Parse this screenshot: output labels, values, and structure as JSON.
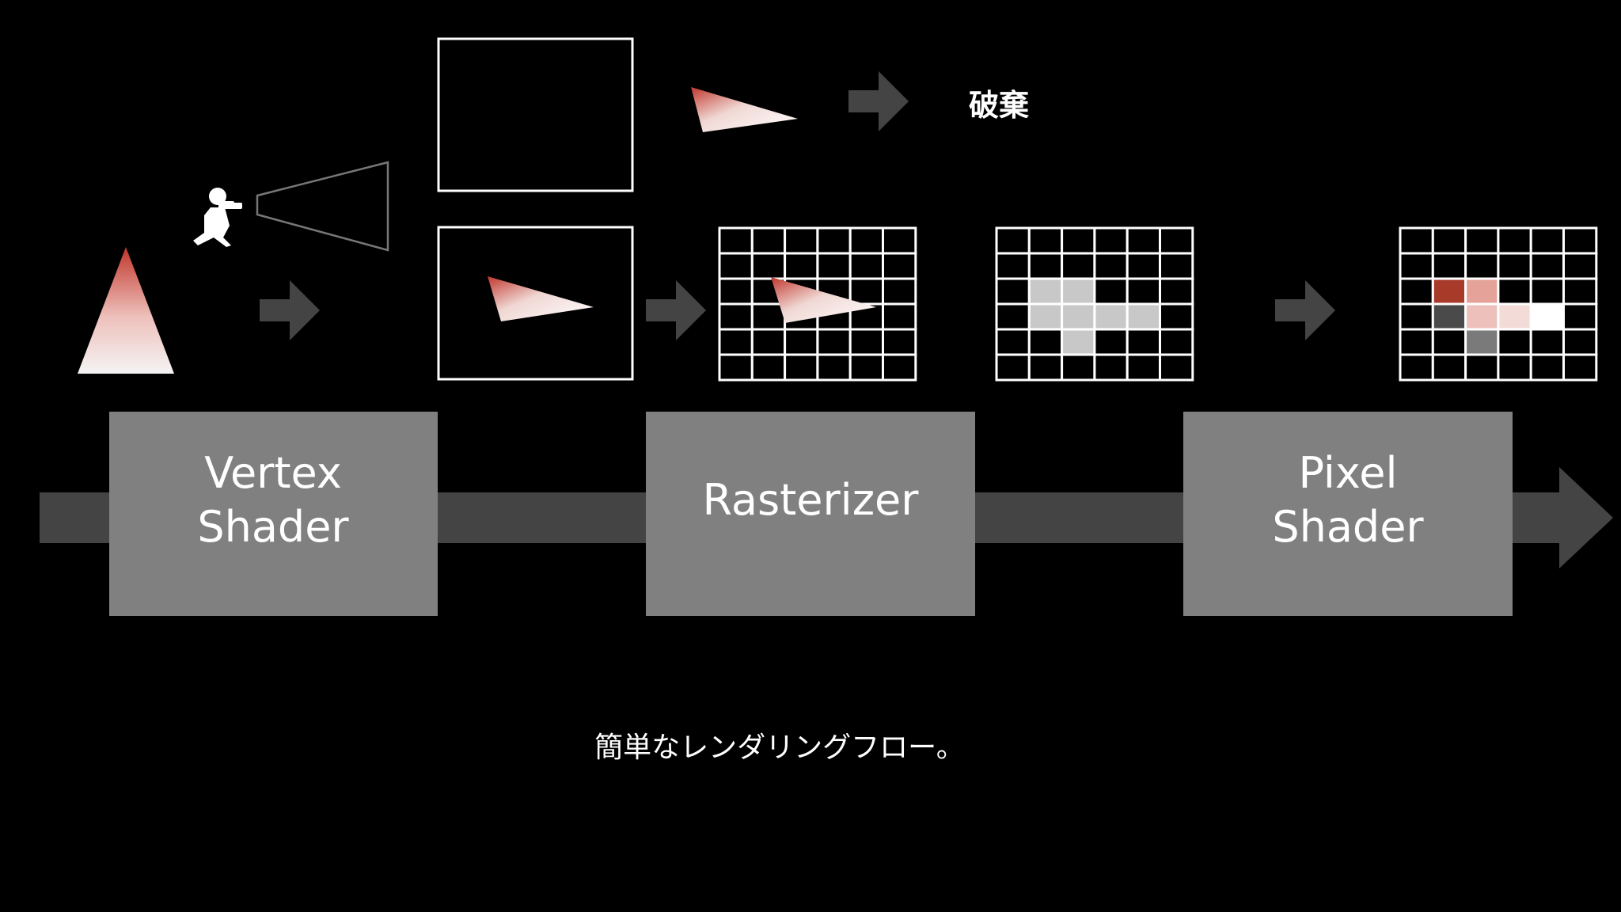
{
  "colors": {
    "background": "#000000",
    "stage_box": "#808080",
    "flow_bar": "#444444",
    "arrow": "#444444",
    "frame": "#ffffff",
    "triangle_top": "#c0362c",
    "triangle_bottom": "#f4f4f4",
    "pixel_gray": "#c8c8c8"
  },
  "stages": [
    {
      "id": "vertex-shader",
      "lines": [
        "Vertex",
        "Shader"
      ]
    },
    {
      "id": "rasterizer",
      "lines": [
        "Rasterizer"
      ]
    },
    {
      "id": "pixel-shader",
      "lines": [
        "Pixel",
        "Shader"
      ]
    }
  ],
  "discard_label": "破棄",
  "caption": "簡単なレンダリングフロー。",
  "icons": [
    "photographer-icon",
    "camera-frustum-icon",
    "arrow-right-icon"
  ],
  "raster_grid": {
    "cols": 6,
    "rows": 6
  },
  "covered_cells": [
    [
      1,
      2
    ],
    [
      2,
      2
    ],
    [
      1,
      3
    ],
    [
      2,
      3
    ],
    [
      3,
      3
    ],
    [
      4,
      3
    ],
    [
      2,
      4
    ]
  ],
  "shaded_cells": [
    {
      "col": 1,
      "row": 2,
      "color": "#a83a2a"
    },
    {
      "col": 2,
      "row": 2,
      "color": "#e4a299"
    },
    {
      "col": 1,
      "row": 3,
      "color": "#4a4a4a"
    },
    {
      "col": 2,
      "row": 3,
      "color": "#eec0bb"
    },
    {
      "col": 3,
      "row": 3,
      "color": "#f3dcd8"
    },
    {
      "col": 4,
      "row": 3,
      "color": "#ffffff"
    },
    {
      "col": 2,
      "row": 4,
      "color": "#7a7a7a"
    }
  ]
}
